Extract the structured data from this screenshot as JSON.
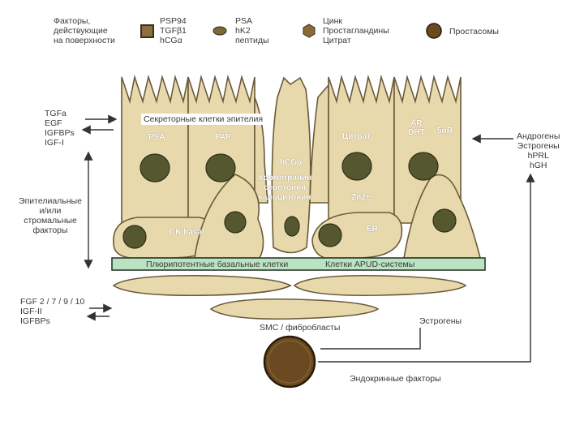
{
  "legend": {
    "surface_factors": "Факторы,\nдействующие\nна поверхности",
    "granule_1": "PSP94\nTGFβ1\nhCGα",
    "granule_2": "PSA\nhK2\nпептиды",
    "granule_3": "Цинк\nПростагландины\nЦитрат",
    "prostasomes": "Простасомы"
  },
  "left": {
    "growth_factors": "TGFa\nEGF\nIGFBPs\nIGF-I",
    "epithelial_stromal": "Эпителиальные\nи/или\nстромальные\nфакторы",
    "fgf": "FGF 2 / 7 / 9 / 10\nIGF-II\nIGFBPs"
  },
  "right": {
    "hormones": "Андрогены\nЭстрогены\nhPRL\nhGH",
    "estrogens": "Эстрогены",
    "endocrine": "Эндокринные факторы"
  },
  "cells": {
    "secretory_label": "Секреторные клетки эпителия",
    "psa": "PSA",
    "pap": "PAP",
    "hcg": "hCGα",
    "neuro": "Хромогранин\nсеротонин\nкальцитонин",
    "citrate": "Цитрат",
    "ar": "AR\nDHT",
    "five_ar": "5αR",
    "zn": "Zn2+",
    "er": "ER",
    "ck": "CK basal"
  },
  "bar": {
    "basal": "Плюрипотентные базальные клетки",
    "apud": "Клетки APUD-системы"
  },
  "stroma": {
    "smc": "SMC / фибробласты"
  },
  "colors": {
    "cell_fill": "#e8d9ad",
    "cell_stroke": "#6b5a3a",
    "nucleus": "#55582f",
    "bar_fill": "#b9e3c2"
  }
}
